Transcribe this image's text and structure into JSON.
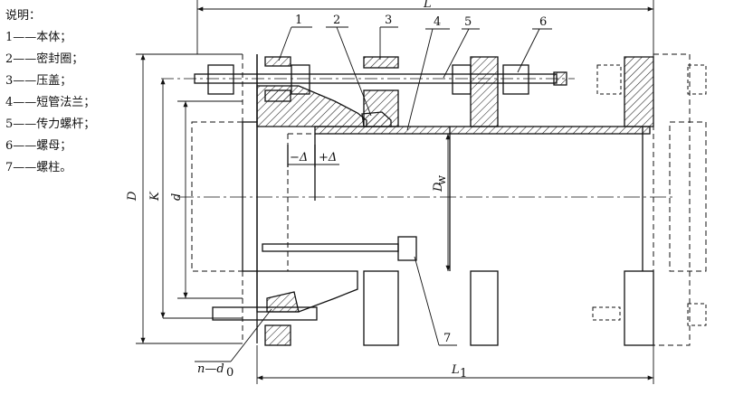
{
  "legend": {
    "title": "说明：",
    "items": [
      "1——本体；",
      "2——密封圈；",
      "3——压盖；",
      "4——短管法兰；",
      "5——传力螺杆；",
      "6——螺母；",
      "7——螺柱。"
    ]
  },
  "part_numbers": [
    "1",
    "2",
    "3",
    "4",
    "5",
    "6",
    "7"
  ],
  "dimensions": {
    "L": "L",
    "L1": "L",
    "L1_sub": "1",
    "D": "D",
    "K": "K",
    "d": "d",
    "Dw": "D",
    "Dw_sub": "w",
    "minus_delta": "−Δ",
    "plus_delta": "+Δ",
    "n_d0": "n—d",
    "n_d0_sub": "0"
  }
}
